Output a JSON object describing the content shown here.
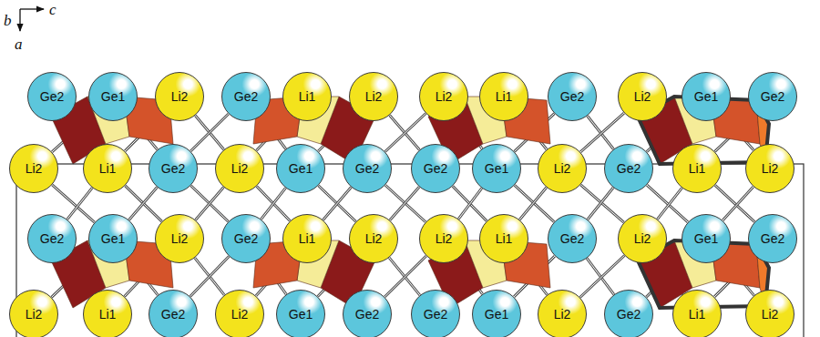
{
  "diagram": {
    "nodes": [
      {
        "text": [
          "Ge2"
        ]
      },
      {
        "text": [
          "Ge1"
        ]
      },
      {
        "text": [
          "Li2"
        ]
      },
      {
        "text": [
          "Ge2"
        ]
      },
      {
        "text": [
          "Li1"
        ]
      },
      {
        "text": [
          "Li2"
        ]
      },
      {
        "text": [
          "Li2"
        ]
      },
      {
        "text": [
          "Li1"
        ]
      },
      {
        "text": [
          "Ge2"
        ]
      },
      {
        "text": [
          "Li2"
        ]
      },
      {
        "text": [
          "Ge1"
        ]
      },
      {
        "text": [
          "Ge2"
        ]
      },
      {
        "text": [
          "Li2"
        ]
      },
      {
        "text": [
          "Li1"
        ]
      },
      {
        "text": [
          "Ge2"
        ]
      },
      {
        "text": [
          "Li2"
        ]
      },
      {
        "text": [
          "Ge1"
        ]
      },
      {
        "text": [
          "Ge2"
        ]
      },
      {
        "text": [
          "Ge2"
        ]
      },
      {
        "text": [
          "Ge1"
        ]
      },
      {
        "text": [
          "Li2"
        ]
      },
      {
        "text": [
          "Ge2"
        ]
      },
      {
        "text": [
          "Li1"
        ]
      },
      {
        "text": [
          "Li2"
        ]
      },
      {
        "text": [
          "Ge2"
        ]
      },
      {
        "text": [
          "Ge1"
        ]
      },
      {
        "text": [
          "Li2"
        ]
      },
      {
        "text": [
          "Ge2"
        ]
      },
      {
        "text": [
          "Li1"
        ]
      },
      {
        "text": [
          "Li2"
        ]
      },
      {
        "text": [
          "Li2"
        ]
      },
      {
        "text": [
          "Li1"
        ]
      },
      {
        "text": [
          "Ge2"
        ]
      },
      {
        "text": [
          "Li2"
        ]
      },
      {
        "text": [
          "Ge1"
        ]
      },
      {
        "text": [
          "Ge2"
        ]
      },
      {
        "text": [
          "Li2"
        ]
      },
      {
        "text": [
          "Li1"
        ]
      },
      {
        "text": [
          "Ge2"
        ]
      },
      {
        "text": [
          "Li2"
        ]
      },
      {
        "text": [
          "Ge1"
        ]
      },
      {
        "text": [
          "Ge2"
        ]
      },
      {
        "text": [
          "Ge2"
        ]
      },
      {
        "text": [
          "Ge1"
        ]
      },
      {
        "text": [
          "Li2"
        ]
      },
      {
        "text": [
          "Ge2"
        ]
      },
      {
        "text": [
          "Li1"
        ]
      },
      {
        "text": [
          "Li2"
        ]
      }
    ],
    "edges": [
      {
        "from": 0,
        "to": 13,
        "arrow": "none"
      },
      {
        "from": 1,
        "to": 12,
        "arrow": "none"
      },
      {
        "from": 1,
        "to": 14,
        "arrow": "none"
      },
      {
        "from": 2,
        "to": 13,
        "arrow": "none"
      },
      {
        "from": 2,
        "to": 15,
        "arrow": "none"
      },
      {
        "from": 3,
        "to": 14,
        "arrow": "none"
      },
      {
        "from": 3,
        "to": 16,
        "arrow": "none"
      },
      {
        "from": 4,
        "to": 15,
        "arrow": "none"
      },
      {
        "from": 4,
        "to": 17,
        "arrow": "none"
      },
      {
        "from": 5,
        "to": 16,
        "arrow": "none"
      },
      {
        "from": 5,
        "to": 18,
        "arrow": "none"
      },
      {
        "from": 6,
        "to": 17,
        "arrow": "none"
      },
      {
        "from": 6,
        "to": 19,
        "arrow": "none"
      },
      {
        "from": 7,
        "to": 18,
        "arrow": "none"
      },
      {
        "from": 7,
        "to": 20,
        "arrow": "none"
      },
      {
        "from": 8,
        "to": 19,
        "arrow": "none"
      },
      {
        "from": 8,
        "to": 21,
        "arrow": "none"
      },
      {
        "from": 9,
        "to": 20,
        "arrow": "none"
      },
      {
        "from": 9,
        "to": 22,
        "arrow": "none"
      },
      {
        "from": 10,
        "to": 21,
        "arrow": "none"
      },
      {
        "from": 10,
        "to": 23,
        "arrow": "none"
      },
      {
        "from": 11,
        "to": 22,
        "arrow": "none"
      },
      {
        "from": 12,
        "to": 25,
        "arrow": "none"
      },
      {
        "from": 13,
        "to": 24,
        "arrow": "none"
      },
      {
        "from": 13,
        "to": 26,
        "arrow": "none"
      },
      {
        "from": 14,
        "to": 25,
        "arrow": "none"
      },
      {
        "from": 14,
        "to": 27,
        "arrow": "none"
      },
      {
        "from": 15,
        "to": 26,
        "arrow": "none"
      },
      {
        "from": 15,
        "to": 28,
        "arrow": "none"
      },
      {
        "from": 16,
        "to": 27,
        "arrow": "none"
      },
      {
        "from": 16,
        "to": 29,
        "arrow": "none"
      },
      {
        "from": 17,
        "to": 28,
        "arrow": "none"
      },
      {
        "from": 17,
        "to": 30,
        "arrow": "none"
      },
      {
        "from": 18,
        "to": 29,
        "arrow": "none"
      },
      {
        "from": 18,
        "to": 31,
        "arrow": "none"
      },
      {
        "from": 19,
        "to": 30,
        "arrow": "none"
      },
      {
        "from": 19,
        "to": 32,
        "arrow": "none"
      },
      {
        "from": 20,
        "to": 31,
        "arrow": "none"
      },
      {
        "from": 20,
        "to": 33,
        "arrow": "none"
      },
      {
        "from": 21,
        "to": 32,
        "arrow": "none"
      },
      {
        "from": 21,
        "to": 34,
        "arrow": "none"
      },
      {
        "from": 22,
        "to": 33,
        "arrow": "none"
      },
      {
        "from": 22,
        "to": 35,
        "arrow": "none"
      },
      {
        "from": 23,
        "to": 34,
        "arrow": "none"
      },
      {
        "from": 24,
        "to": 37,
        "arrow": "none"
      },
      {
        "from": 25,
        "to": 36,
        "arrow": "none"
      },
      {
        "from": 25,
        "to": 38,
        "arrow": "none"
      },
      {
        "from": 26,
        "to": 37,
        "arrow": "none"
      },
      {
        "from": 26,
        "to": 39,
        "arrow": "none"
      },
      {
        "from": 27,
        "to": 38,
        "arrow": "none"
      },
      {
        "from": 27,
        "to": 40,
        "arrow": "none"
      },
      {
        "from": 28,
        "to": 39,
        "arrow": "none"
      },
      {
        "from": 28,
        "to": 41,
        "arrow": "none"
      },
      {
        "from": 29,
        "to": 40,
        "arrow": "none"
      },
      {
        "from": 29,
        "to": 42,
        "arrow": "none"
      },
      {
        "from": 30,
        "to": 41,
        "arrow": "none"
      },
      {
        "from": 30,
        "to": 43,
        "arrow": "none"
      },
      {
        "from": 31,
        "to": 42,
        "arrow": "none"
      },
      {
        "from": 31,
        "to": 44,
        "arrow": "none"
      },
      {
        "from": 32,
        "to": 43,
        "arrow": "none"
      },
      {
        "from": 32,
        "to": 45,
        "arrow": "none"
      },
      {
        "from": 33,
        "to": 44,
        "arrow": "none"
      },
      {
        "from": 33,
        "to": 46,
        "arrow": "none"
      },
      {
        "from": 34,
        "to": 45,
        "arrow": "none"
      },
      {
        "from": 34,
        "to": 47,
        "arrow": "none"
      },
      {
        "from": 35,
        "to": 46,
        "arrow": "none"
      }
    ],
    "labels": [
      "b",
      "c",
      "a"
    ]
  }
}
